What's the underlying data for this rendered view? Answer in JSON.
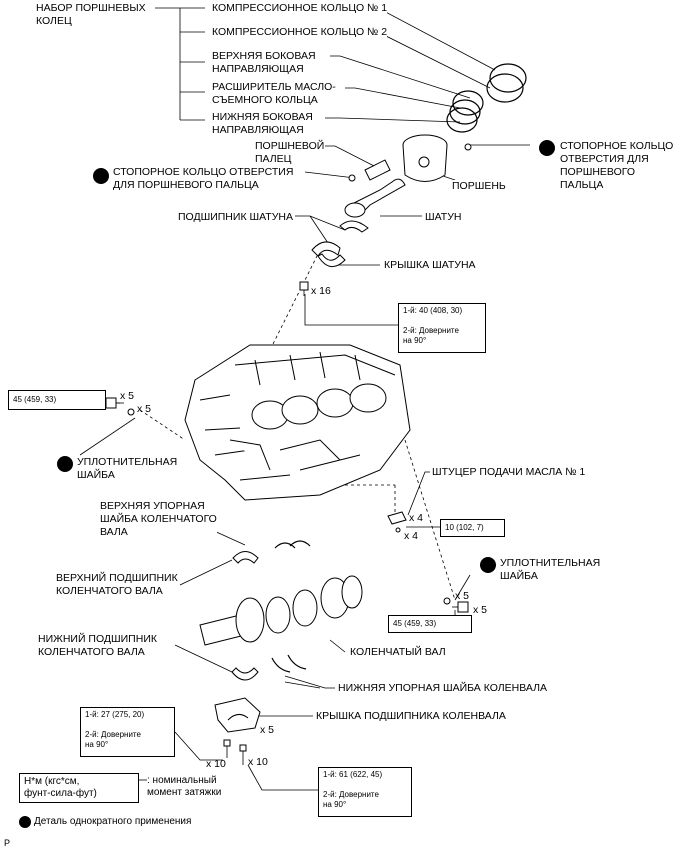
{
  "labels": {
    "piston_ring_set": "НАБОР ПОРШНЕВЫХ\nКОЛЕЦ",
    "compression_ring_1": "КОМПРЕССИОННОЕ КОЛЬЦО № 1",
    "compression_ring_2": "КОМПРЕССИОННОЕ КОЛЬЦО № 2",
    "upper_side_rail": "ВЕРХНЯЯ БОКОВАЯ\nНАПРАВЛЯЮЩАЯ",
    "oil_ring_expander": "РАСШИРИТЕЛЬ МАСЛО-\nСЪЕМНОГО КОЛЬЦА",
    "lower_side_rail": "НИЖНЯЯ БОКОВАЯ\nНАПРАВЛЯЮЩАЯ",
    "piston_pin": "ПОРШНЕВОЙ\nПАЛЕЦ",
    "snap_ring_right": "СТОПОРНОЕ КОЛЬЦО\nОТВЕРСТИЯ ДЛЯ\nПОРШНЕВОГО\nПАЛЬЦА",
    "piston": "ПОРШЕНЬ",
    "snap_ring_left": "СТОПОРНОЕ КОЛЬЦО ОТВЕРСТИЯ\nДЛЯ ПОРШНЕВОГО ПАЛЬЦА",
    "conrod_bearing": "ПОДШИПНИК ШАТУНА",
    "conrod": "ШАТУН",
    "conrod_cap": "КРЫШКА ШАТУНА",
    "gasket_left": "УПЛОТНИТЕЛЬНАЯ\nШАЙБА",
    "oil_nozzle": "ШТУЦЕР ПОДАЧИ МАСЛА № 1",
    "upper_thrust_washer": "ВЕРХНЯЯ УПОРНАЯ\nШАЙБА КОЛЕНЧАТОГО\nВАЛА",
    "upper_main_bearing": "ВЕРХНИЙ ПОДШИПНИК\nКОЛЕНЧАТОГО ВАЛА",
    "gasket_right": "УПЛОТНИТЕЛЬНАЯ\nШАЙБА",
    "lower_main_bearing": "НИЖНИЙ ПОДШИПНИК\nКОЛЕНЧАТОГО ВАЛА",
    "crankshaft": "КОЛЕНЧАТЫЙ ВАЛ",
    "lower_thrust_washer": "НИЖНЯЯ УПОРНАЯ ШАЙБА КОЛЕНВАЛА",
    "main_bearing_cap": "КРЫШКА ПОДШИПНИКА КОЛЕНВАЛА"
  },
  "quantities": {
    "conrod_bolt": "x 16",
    "left_bolt": "x 5",
    "left_gasket": "x 5",
    "nozzle_top": "x 4",
    "nozzle_bottom": "x 4",
    "right_gasket": "x 5",
    "right_bolt": "x 5",
    "cap_bolt_a": "x 10",
    "cap_bolt_b": "x 10",
    "cap": "x 5"
  },
  "torque_boxes": {
    "conrod": "1-й: 40 (408, 30)\n\n2-й: Доверните\nна 90°",
    "left_bolt": "45 (459, 33)",
    "nozzle": "10 (102, 7)",
    "right_bolt": "45 (459, 33)",
    "cap_a": "1-й: 27 (275, 20)\n\n2-й: Доверните\nна 90°",
    "cap_b": "1-й: 61 (622, 45)\n\n2-й: Доверните\nна 90°"
  },
  "legend": {
    "unit_box": "Н*м (кгс*см,\nфунт-сила-фут)",
    "unit_text": ": номинальный\nмомент затяжки",
    "single_use": "Деталь однократного применения"
  },
  "footer": {
    "code": "P"
  }
}
